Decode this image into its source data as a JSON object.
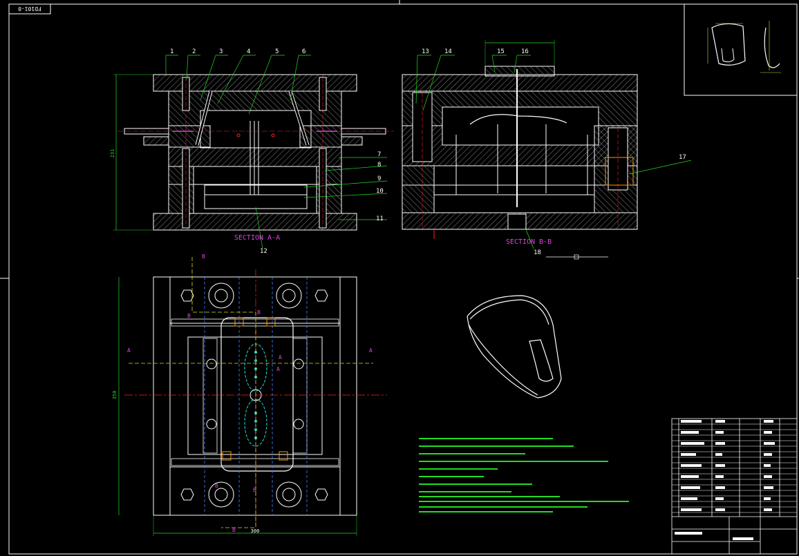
{
  "drawing_code": "FD101-0",
  "part_labels": [
    "1",
    "2",
    "3",
    "4",
    "5",
    "6",
    "7",
    "8",
    "9",
    "10",
    "11",
    "12",
    "13",
    "14",
    "15",
    "16",
    "17",
    "18"
  ],
  "section_a_title": "SECTION A-A",
  "section_b_title": "SECTION B-B",
  "section_markers": {
    "a": "A",
    "b": "B"
  },
  "dimensions": {
    "height_a": "231",
    "plan_width": "300",
    "plan_height": "350"
  },
  "colors": {
    "background": "#000000",
    "outline": "#ffffff",
    "hatch": "#9a9a9a",
    "leader": "#22dd22",
    "section_text": "#dd44dd",
    "centerline": "#ff2222",
    "hidden_line": "#4488ff",
    "cyan": "#22dddd",
    "yellow": "#dddd22",
    "orange": "#ff9900"
  }
}
